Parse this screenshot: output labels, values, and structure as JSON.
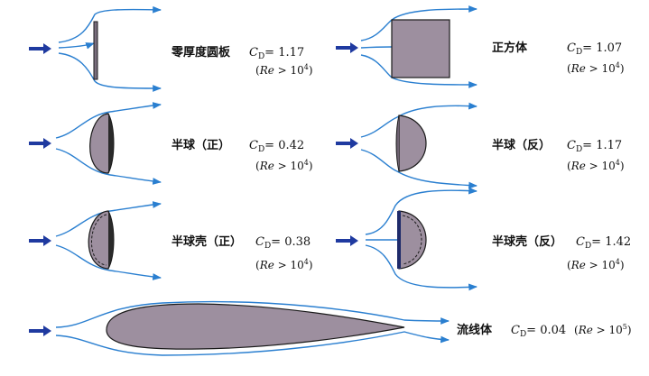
{
  "items": [
    {
      "name": "零厚度圆板",
      "cd_label": "C",
      "cd_sub": "D",
      "cd_value": "= 1.17",
      "re_open": "(",
      "re_var": "Re",
      "re_op": " > 10",
      "re_exp": "4",
      "re_close": ")"
    },
    {
      "name": "正方体",
      "cd_label": "C",
      "cd_sub": "D",
      "cd_value": "= 1.07",
      "re_open": "(",
      "re_var": "Re",
      "re_op": " > 10",
      "re_exp": "4",
      "re_close": ")"
    },
    {
      "name": "半球（正）",
      "cd_label": "C",
      "cd_sub": "D",
      "cd_value": "= 0.42",
      "re_open": "(",
      "re_var": "Re",
      "re_op": " > 10",
      "re_exp": "4",
      "re_close": ")"
    },
    {
      "name": "半球（反）",
      "cd_label": "C",
      "cd_sub": "D",
      "cd_value": "= 1.17",
      "re_open": "(",
      "re_var": "Re",
      "re_op": " > 10",
      "re_exp": "4",
      "re_close": ")"
    },
    {
      "name": "半球壳（正）",
      "cd_label": "C",
      "cd_sub": "D",
      "cd_value": "= 0.38",
      "re_open": "(",
      "re_var": "Re",
      "re_op": " > 10",
      "re_exp": "4",
      "re_close": ")"
    },
    {
      "name": "半球壳（反）",
      "cd_label": "C",
      "cd_sub": "D",
      "cd_value": "= 1.42",
      "re_open": "(",
      "re_var": "Re",
      "re_op": " > 10",
      "re_exp": "4",
      "re_close": ")"
    },
    {
      "name": "流线体",
      "cd_label": "C",
      "cd_sub": "D",
      "cd_value": "= 0.04",
      "re_open": "(",
      "re_var": "Re",
      "re_op": " > 10",
      "re_exp": "5",
      "re_close": ")"
    }
  ],
  "colors": {
    "streamline": "#2a7fd0",
    "body": "#9d8f9f",
    "incoming_arrow": "#1f3aa0",
    "outline": "#1a1a1a"
  }
}
